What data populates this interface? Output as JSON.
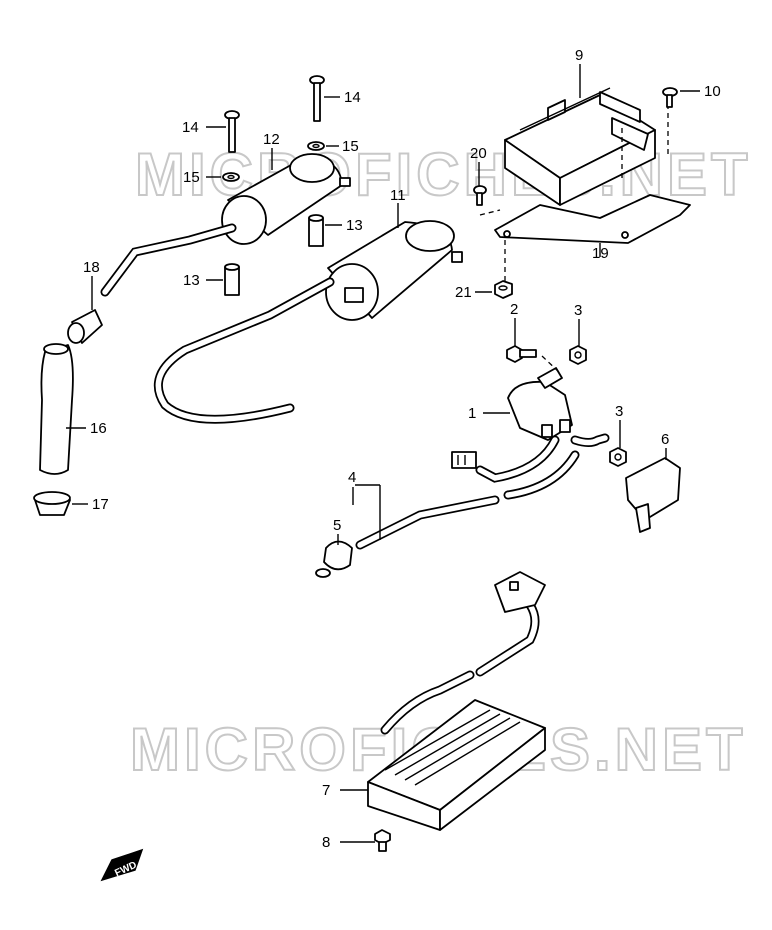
{
  "watermarks": [
    "MICROFICHES.NET",
    "MICROFICHES.NET"
  ],
  "direction_badge": "FWD",
  "callouts": [
    {
      "id": "c9",
      "text": "9"
    },
    {
      "id": "c10",
      "text": "10"
    },
    {
      "id": "c14a",
      "text": "14"
    },
    {
      "id": "c14b",
      "text": "14"
    },
    {
      "id": "c12",
      "text": "12"
    },
    {
      "id": "c15a",
      "text": "15"
    },
    {
      "id": "c15b",
      "text": "15"
    },
    {
      "id": "c20",
      "text": "20"
    },
    {
      "id": "c11",
      "text": "11"
    },
    {
      "id": "c13a",
      "text": "13"
    },
    {
      "id": "c13b",
      "text": "13"
    },
    {
      "id": "c18",
      "text": "18"
    },
    {
      "id": "c19",
      "text": "19"
    },
    {
      "id": "c21",
      "text": "21"
    },
    {
      "id": "c2",
      "text": "2"
    },
    {
      "id": "c3a",
      "text": "3"
    },
    {
      "id": "c1",
      "text": "1"
    },
    {
      "id": "c3b",
      "text": "3"
    },
    {
      "id": "c6",
      "text": "6"
    },
    {
      "id": "c16",
      "text": "16"
    },
    {
      "id": "c4",
      "text": "4"
    },
    {
      "id": "c17",
      "text": "17"
    },
    {
      "id": "c5",
      "text": "5"
    },
    {
      "id": "c7",
      "text": "7"
    },
    {
      "id": "c8",
      "text": "8"
    }
  ]
}
